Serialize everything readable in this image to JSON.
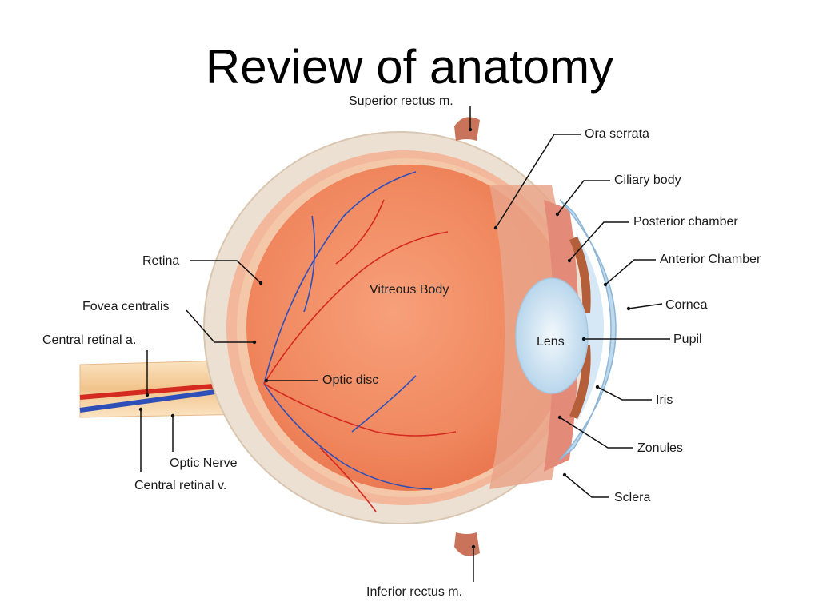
{
  "slide": {
    "title": "Review of anatomy"
  },
  "labels": {
    "superior_rectus": "Superior rectus m.",
    "ora_serrata": "Ora serrata",
    "ciliary_body": "Ciliary body",
    "posterior_chamber": "Posterior chamber",
    "anterior_chamber": "Anterior Chamber",
    "cornea": "Cornea",
    "pupil": "Pupil",
    "iris": "Iris",
    "zonules": "Zonules",
    "sclera": "Sclera",
    "inferior_rectus": "Inferior rectus m.",
    "retina": "Retina",
    "fovea_centralis": "Fovea centralis",
    "central_retinal_a": "Central retinal a.",
    "optic_disc": "Optic disc",
    "optic_nerve": "Optic Nerve",
    "central_retinal_v": "Central retinal v.",
    "vitreous_body": "Vitreous Body",
    "lens": "Lens"
  },
  "colors": {
    "sclera": "#e8d9c8",
    "choroid": "#f2b49a",
    "vitreous": "#f08a62",
    "vitreous_light": "#f6a27c",
    "cornea": "#bcd9ee",
    "lens": "#dcebf6",
    "iris": "#b55f3a",
    "artery": "#d42a1f",
    "vein": "#2f4fb8",
    "nerve": "#f3cf9e"
  }
}
